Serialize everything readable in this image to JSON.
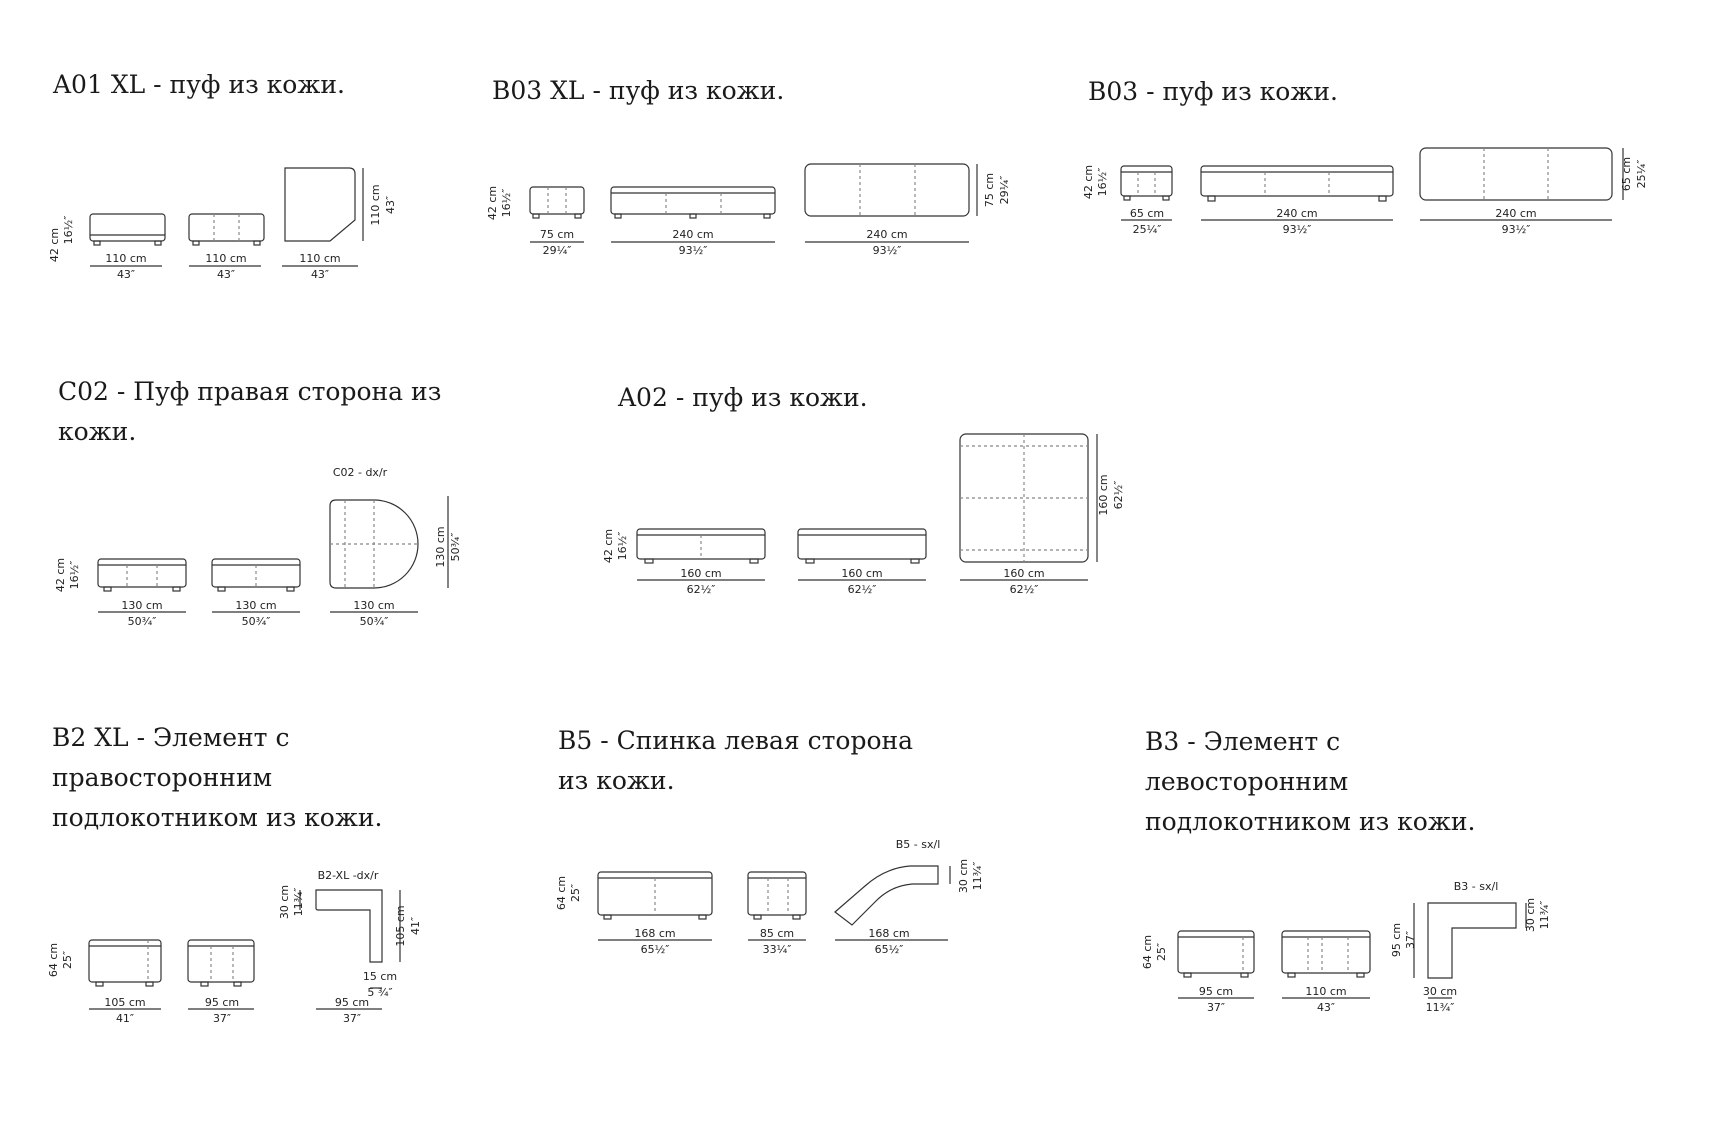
{
  "colors": {
    "line": "#333333",
    "dash": "#888888",
    "text": "#1a1a1a"
  },
  "sections": [
    {
      "id": "a01xl",
      "title": [
        "A01 XL - пуф из кожи."
      ],
      "height": [
        "42 cm",
        "16½″"
      ],
      "widths": [
        [
          "110 cm",
          "43″"
        ],
        [
          "110 cm",
          "43″"
        ],
        [
          "110 cm",
          "43″"
        ]
      ],
      "depth": [
        "110 cm",
        "43″"
      ]
    },
    {
      "id": "b03xl",
      "title": [
        "B03 XL - пуф из кожи."
      ],
      "height": [
        "42 cm",
        "16½″"
      ],
      "widths": [
        [
          "75 cm",
          "29¼″"
        ],
        [
          "240 cm",
          "93½″"
        ],
        [
          "240 cm",
          "93½″"
        ]
      ],
      "depth": [
        "75 cm",
        "29¼″"
      ]
    },
    {
      "id": "b03",
      "title": [
        "B03 - пуф из кожи."
      ],
      "height": [
        "42 cm",
        "16½″"
      ],
      "widths": [
        [
          "65 cm",
          "25¼″"
        ],
        [
          "240 cm",
          "93½″"
        ],
        [
          "240 cm",
          "93½″"
        ]
      ],
      "depth": [
        "65 cm",
        "25¼″"
      ]
    },
    {
      "id": "c02",
      "title": [
        "C02 - Пуф правая сторона из",
        "кожи."
      ],
      "caption": "C02 - dx/r",
      "height": [
        "42 cm",
        "16½″"
      ],
      "widths": [
        [
          "130 cm",
          "50¾″"
        ],
        [
          "130 cm",
          "50¾″"
        ],
        [
          "130 cm",
          "50¾″"
        ]
      ],
      "depth": [
        "130 cm",
        "50¾″"
      ]
    },
    {
      "id": "a02",
      "title": [
        "A02 - пуф из кожи."
      ],
      "height": [
        "42 cm",
        "16½″"
      ],
      "widths": [
        [
          "160 cm",
          "62½″"
        ],
        [
          "160 cm",
          "62½″"
        ],
        [
          "160 cm",
          "62½″"
        ]
      ],
      "depth": [
        "160 cm",
        "62½″"
      ]
    },
    {
      "id": "b2xl",
      "title": [
        "B2 XL - Элемент с",
        "правосторонним",
        "подлокотником из кожи."
      ],
      "caption": "B2-XL -dx/r",
      "height": [
        "64 cm",
        "25″"
      ],
      "widths": [
        [
          "105 cm",
          "41″"
        ],
        [
          "95 cm",
          "37″"
        ],
        [
          "95 cm",
          "37″"
        ]
      ],
      "arm": [
        "30 cm",
        "11¾″"
      ],
      "depth": [
        "105 cm",
        "41″"
      ],
      "inner": [
        "15 cm",
        "5 ¾″"
      ]
    },
    {
      "id": "b5",
      "title": [
        "B5 - Спинка левая сторона",
        "из кожи."
      ],
      "caption": "B5 - sx/l",
      "height": [
        "64 cm",
        "25″"
      ],
      "widths": [
        [
          "168 cm",
          "65½″"
        ],
        [
          "85 cm",
          "33¼″"
        ],
        [
          "168 cm",
          "65½″"
        ]
      ],
      "arm": [
        "30 cm",
        "11¾″"
      ]
    },
    {
      "id": "b3",
      "title": [
        "B3 - Элемент с",
        "левосторонним",
        "подлокотником из кожи."
      ],
      "caption": "B3 - sx/l",
      "height": [
        "64 cm",
        "25″"
      ],
      "widths": [
        [
          "95 cm",
          "37″"
        ],
        [
          "110 cm",
          "43″"
        ],
        [
          "30 cm",
          "11¾″"
        ]
      ],
      "depth": [
        "95 cm",
        "37″"
      ],
      "arm": [
        "30 cm",
        "11¾″"
      ]
    }
  ]
}
